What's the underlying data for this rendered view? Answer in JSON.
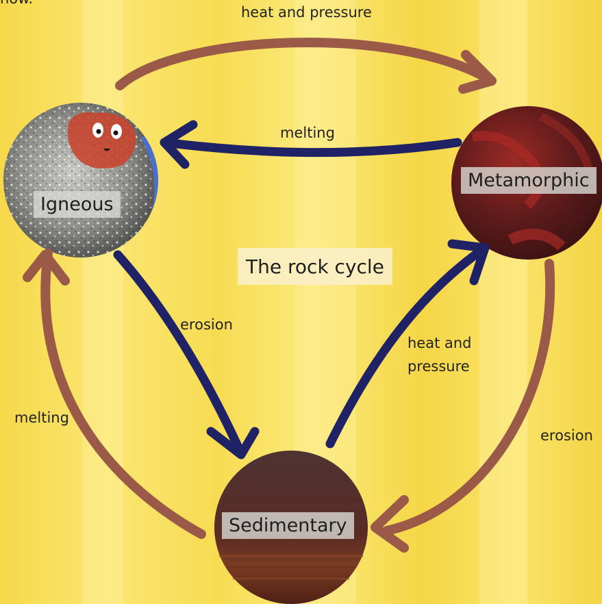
{
  "diagram": {
    "title": "The rock cycle",
    "top_cut_text": "now.",
    "rocks": {
      "igneous": "Igneous",
      "metamorphic": "Metamorphic",
      "sedimentary": "Sedimentary"
    },
    "arrows": {
      "igneous_to_metamorphic": "heat and pressure",
      "metamorphic_to_igneous": "melting",
      "igneous_to_sedimentary": "erosion",
      "sedimentary_to_metamorphic_line1": "heat and",
      "sedimentary_to_metamorphic_line2": "pressure",
      "metamorphic_to_sedimentary": "erosion",
      "sedimentary_to_igneous": "melting"
    },
    "colors": {
      "background": "#f7dc52",
      "brown_arrow": "#9b5a48",
      "navy_arrow": "#1f2366",
      "metamorphic_rock": "#6a1d1d",
      "sedimentary_rock": "#5c2a24",
      "igneous_rock": "#8a8a88"
    }
  }
}
